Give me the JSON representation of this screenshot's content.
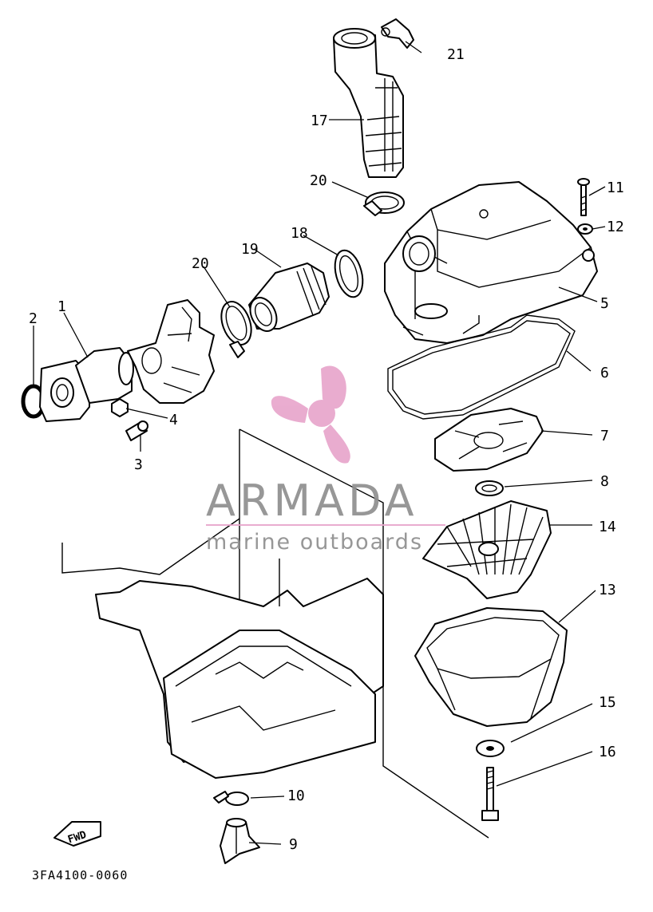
{
  "callouts": [
    {
      "id": "1",
      "label": "1"
    },
    {
      "id": "2",
      "label": "2"
    },
    {
      "id": "3",
      "label": "3"
    },
    {
      "id": "4",
      "label": "4"
    },
    {
      "id": "5",
      "label": "5"
    },
    {
      "id": "6",
      "label": "6"
    },
    {
      "id": "7",
      "label": "7"
    },
    {
      "id": "8",
      "label": "8"
    },
    {
      "id": "9",
      "label": "9"
    },
    {
      "id": "10",
      "label": "10"
    },
    {
      "id": "11",
      "label": "11"
    },
    {
      "id": "12",
      "label": "12"
    },
    {
      "id": "13",
      "label": "13"
    },
    {
      "id": "14",
      "label": "14"
    },
    {
      "id": "15",
      "label": "15"
    },
    {
      "id": "16",
      "label": "16"
    },
    {
      "id": "17",
      "label": "17"
    },
    {
      "id": "18",
      "label": "18"
    },
    {
      "id": "19",
      "label": "19"
    },
    {
      "id": "20a",
      "label": "20"
    },
    {
      "id": "20b",
      "label": "20"
    },
    {
      "id": "21",
      "label": "21"
    }
  ],
  "diagram_code": "3FA4100-0060",
  "fwd_label": "FWD",
  "watermark": {
    "brand": "ARMADA",
    "tagline": "marine outboards",
    "accent_color": "#e8a6cc",
    "text_color": "#8f8f8f"
  }
}
